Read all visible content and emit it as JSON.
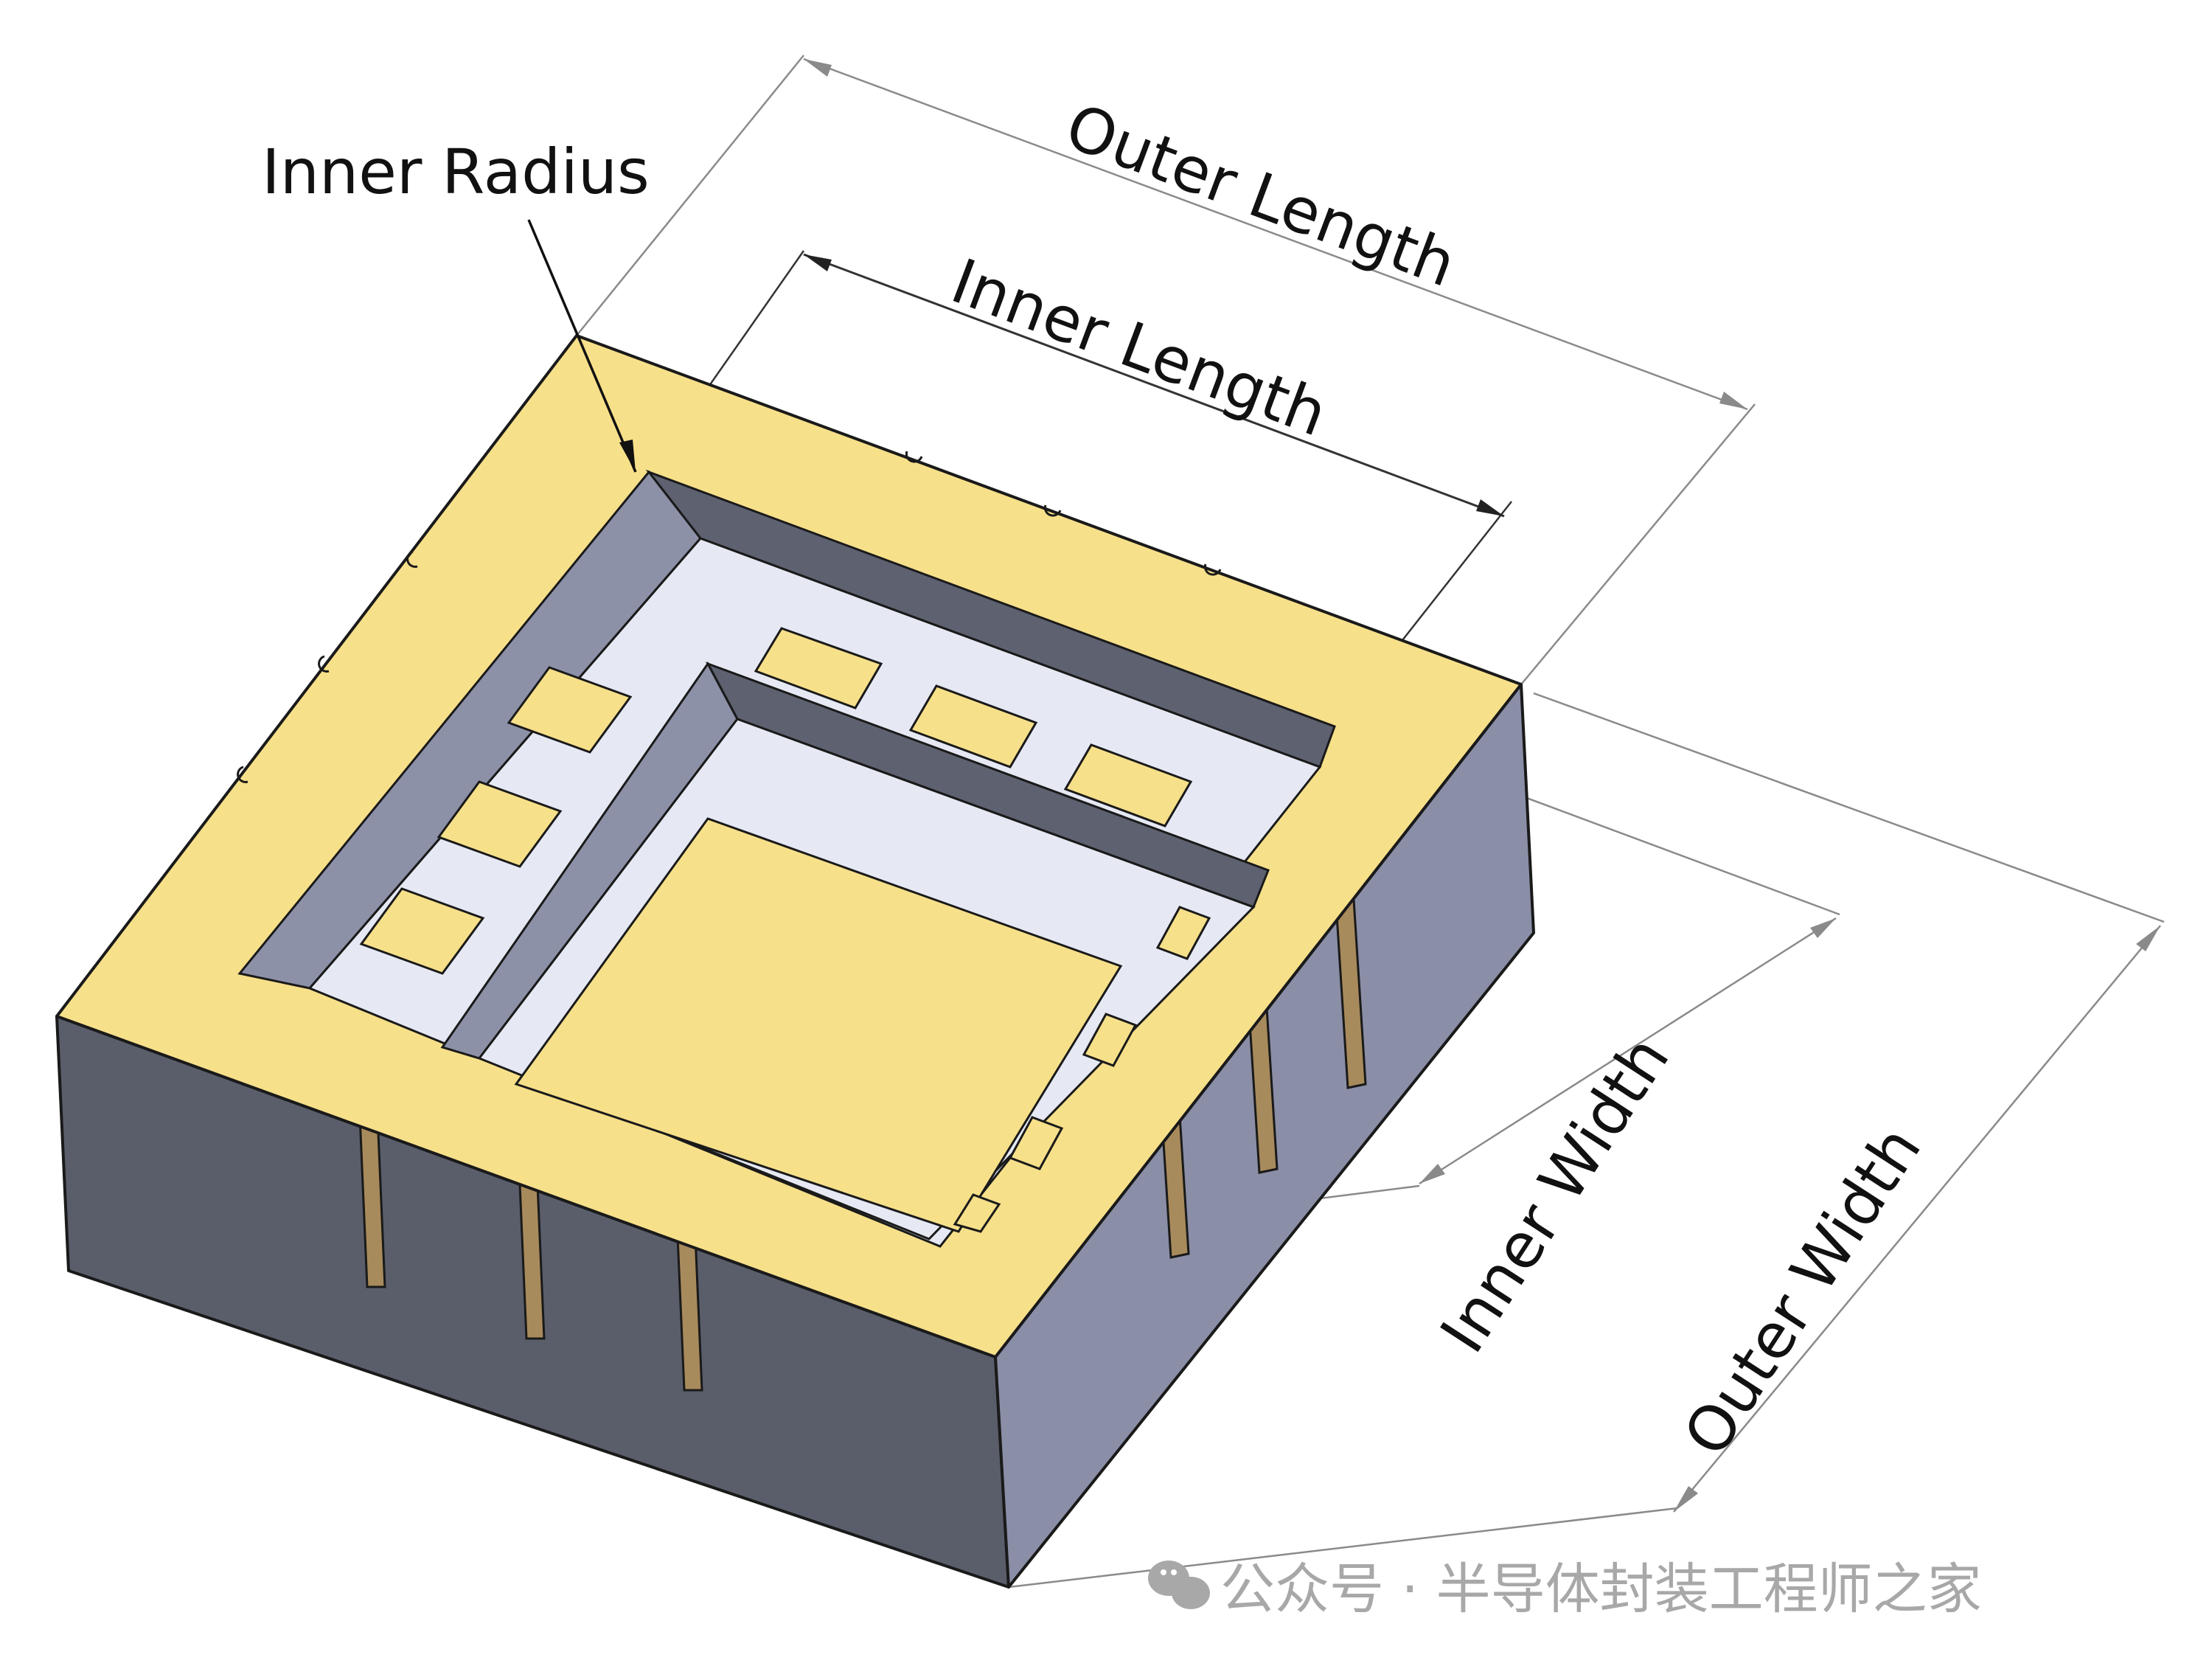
{
  "diagram": {
    "type": "isometric-3d-package-drawing",
    "subject": "ceramic cavity package with castellated edges",
    "colors": {
      "gold_top": "#f7e08a",
      "wall_dark": "#5a5e6b",
      "wall_light": "#8a8ea6",
      "cavity_wall": "#5e6170",
      "cavity_wall_light": "#8d91a8",
      "cavity_floor": "#e6e9f4",
      "castellation": "#a88b5c",
      "dimension_line": "#8a8a8a",
      "label_text": "#111111",
      "watermark": "#a8a8a8"
    },
    "labels": {
      "inner_radius": "Inner Radius",
      "outer_length": "Outer Length",
      "inner_length": "Inner Length",
      "inner_width": "Inner Width",
      "outer_width": "Outer Width"
    },
    "components": {
      "bond_pads_back_row": 3,
      "bond_pads_left_row": 3,
      "bond_pads_right_row": 4,
      "die_attach_pad": 1,
      "castellations_front_face": 3,
      "castellations_right_face": 3
    }
  },
  "watermark": {
    "icon": "wechat-icon",
    "text": "公众号 · 半导体封装工程师之家"
  }
}
